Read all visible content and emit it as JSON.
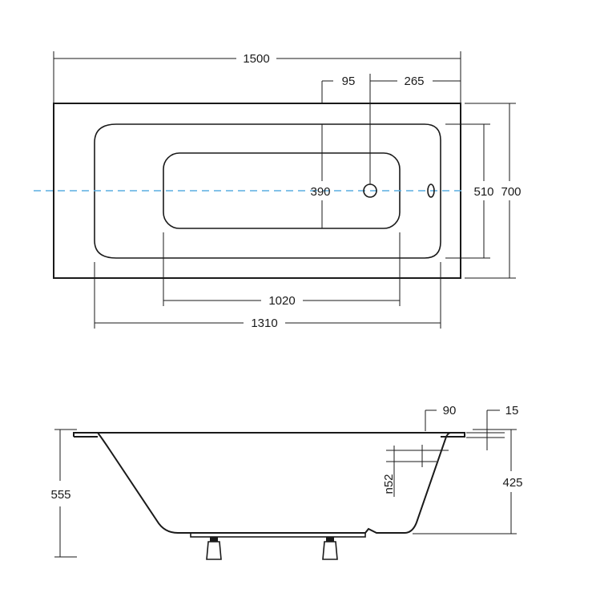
{
  "top_view": {
    "width": "1500",
    "outlet_offset": "95",
    "outlet_to_edge": "265",
    "inner_width_small": "390",
    "inner_height": "510",
    "total_height": "700",
    "basin_length": "1020",
    "inner_length": "1310"
  },
  "side_view": {
    "rim_left": "90",
    "rim_right": "15",
    "depth_total": "555",
    "depth_inner": "425",
    "drain": "n52"
  },
  "colors": {
    "line": "#1a1a1a",
    "axis": "#5aaee0"
  }
}
